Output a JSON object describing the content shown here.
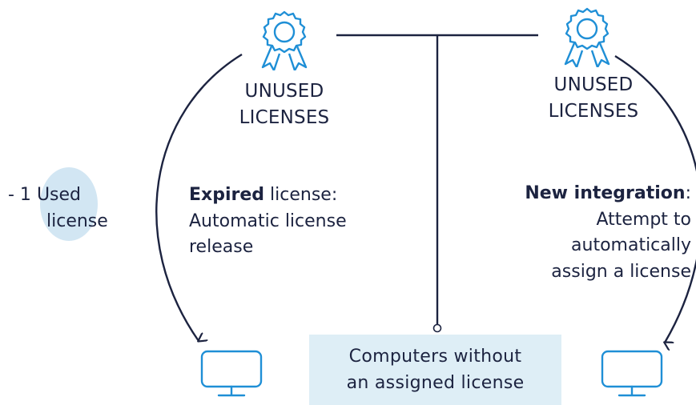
{
  "colors": {
    "icon_blue": "#1f8fd6",
    "line_dark": "#1c2340",
    "text": "#1c2340",
    "highlight": "#d2e6f3",
    "box_fill": "#deeef6"
  },
  "icons": {
    "license_left": "award-ribbon-icon",
    "license_right": "award-ribbon-icon",
    "computer_left": "monitor-icon",
    "computer_right": "monitor-icon"
  },
  "left_pool": {
    "line1": "UNUSED",
    "line2": "LICENSES"
  },
  "right_pool": {
    "line1": "UNUSED",
    "line2": "LICENSES"
  },
  "used_note": {
    "prefix": "- 1",
    "line1": "Used",
    "line2": "license"
  },
  "expired_note": {
    "bold": "Expired",
    "line1_rest": " license:",
    "line2": "Automatic license",
    "line3": "release"
  },
  "integration_note": {
    "bold": "New integration",
    "line1_rest": ":",
    "line2": "Attempt to",
    "line3": "automatically",
    "line4": "assign a license"
  },
  "computers_box": {
    "line1": "Computers without",
    "line2": "an assigned license"
  }
}
